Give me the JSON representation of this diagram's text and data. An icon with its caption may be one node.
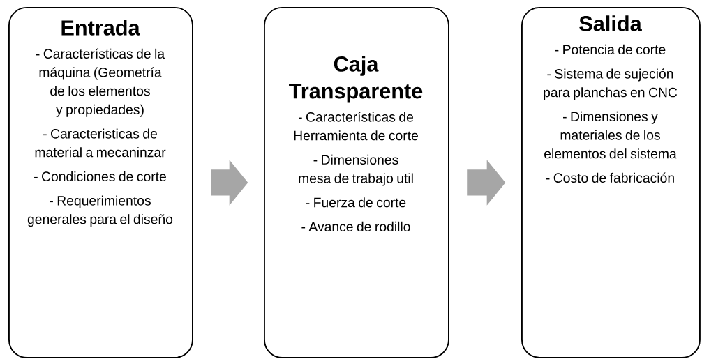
{
  "diagram": {
    "nodes": [
      {
        "text": [
          "Entrada",
          "- Características de la máquina (Geometría de los elementos y propiedades)",
          "- Caracteristicas de material a mecaninzar",
          "- Condiciones de corte",
          "- Requerimientos generales para el diseño"
        ]
      },
      {
        "text": [
          "Caja Transparente",
          "- Características de Herramienta de corte",
          "- Dimensiones mesa de trabajo util",
          "- Fuerza de corte",
          "- Avance de rodillo"
        ]
      },
      {
        "text": [
          "Salida",
          "- Potencia de corte",
          "- Sistema de sujeción para planchas en CNC",
          "- Dimensiones y materiales de los elementos del sistema",
          "- Costo de fabricación"
        ]
      }
    ],
    "edges": [
      {
        "from": 0,
        "to": 1,
        "arrow": "to"
      },
      {
        "from": 1,
        "to": 2,
        "arrow": "to"
      }
    ]
  }
}
